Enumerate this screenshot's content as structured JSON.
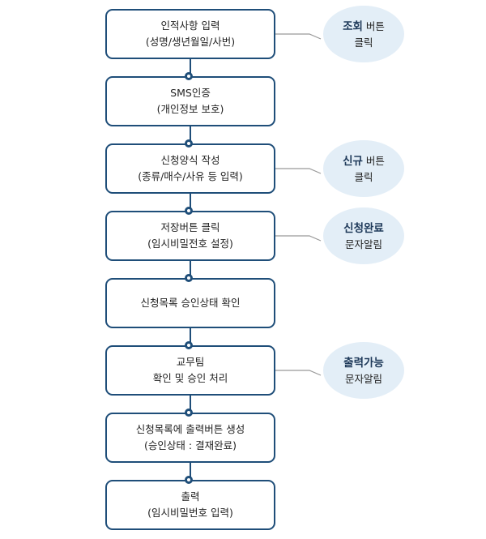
{
  "steps": [
    {
      "line1": "인적사항 입력",
      "line2": "(성명/생년월일/사번)"
    },
    {
      "line1": "SMS인증",
      "line2": "(개인정보 보호)"
    },
    {
      "line1": "신청양식 작성",
      "line2": "(종류/매수/사유 등 입력)"
    },
    {
      "line1": "저장버튼 클릭",
      "line2": "(임시비밀전호 설정)"
    },
    {
      "line1": "신청목록 승인상태 확인",
      "line2": ""
    },
    {
      "line1": "교무팀",
      "line2": "확인 및 승인 처리"
    },
    {
      "line1": "신청목록에 출력버튼 생성",
      "line2": "(승인상태 : 결재완료)"
    },
    {
      "line1": "출력",
      "line2": "(임시비밀번호 입력)"
    }
  ],
  "callouts": [
    {
      "step": 0,
      "strong": "조회",
      "rest": " 버튼",
      "line2": "클릭"
    },
    {
      "step": 2,
      "strong": "신규",
      "rest": " 버튼",
      "line2": "클릭"
    },
    {
      "step": 3,
      "strong": "신청완료",
      "rest": "",
      "line2": "문자알림"
    },
    {
      "step": 5,
      "strong": "출력가능",
      "rest": "",
      "line2": "문자알림"
    }
  ],
  "colors": {
    "box_border": "#1f4e79",
    "callout_fill": "#e3eef7",
    "arrow": "#999999"
  }
}
